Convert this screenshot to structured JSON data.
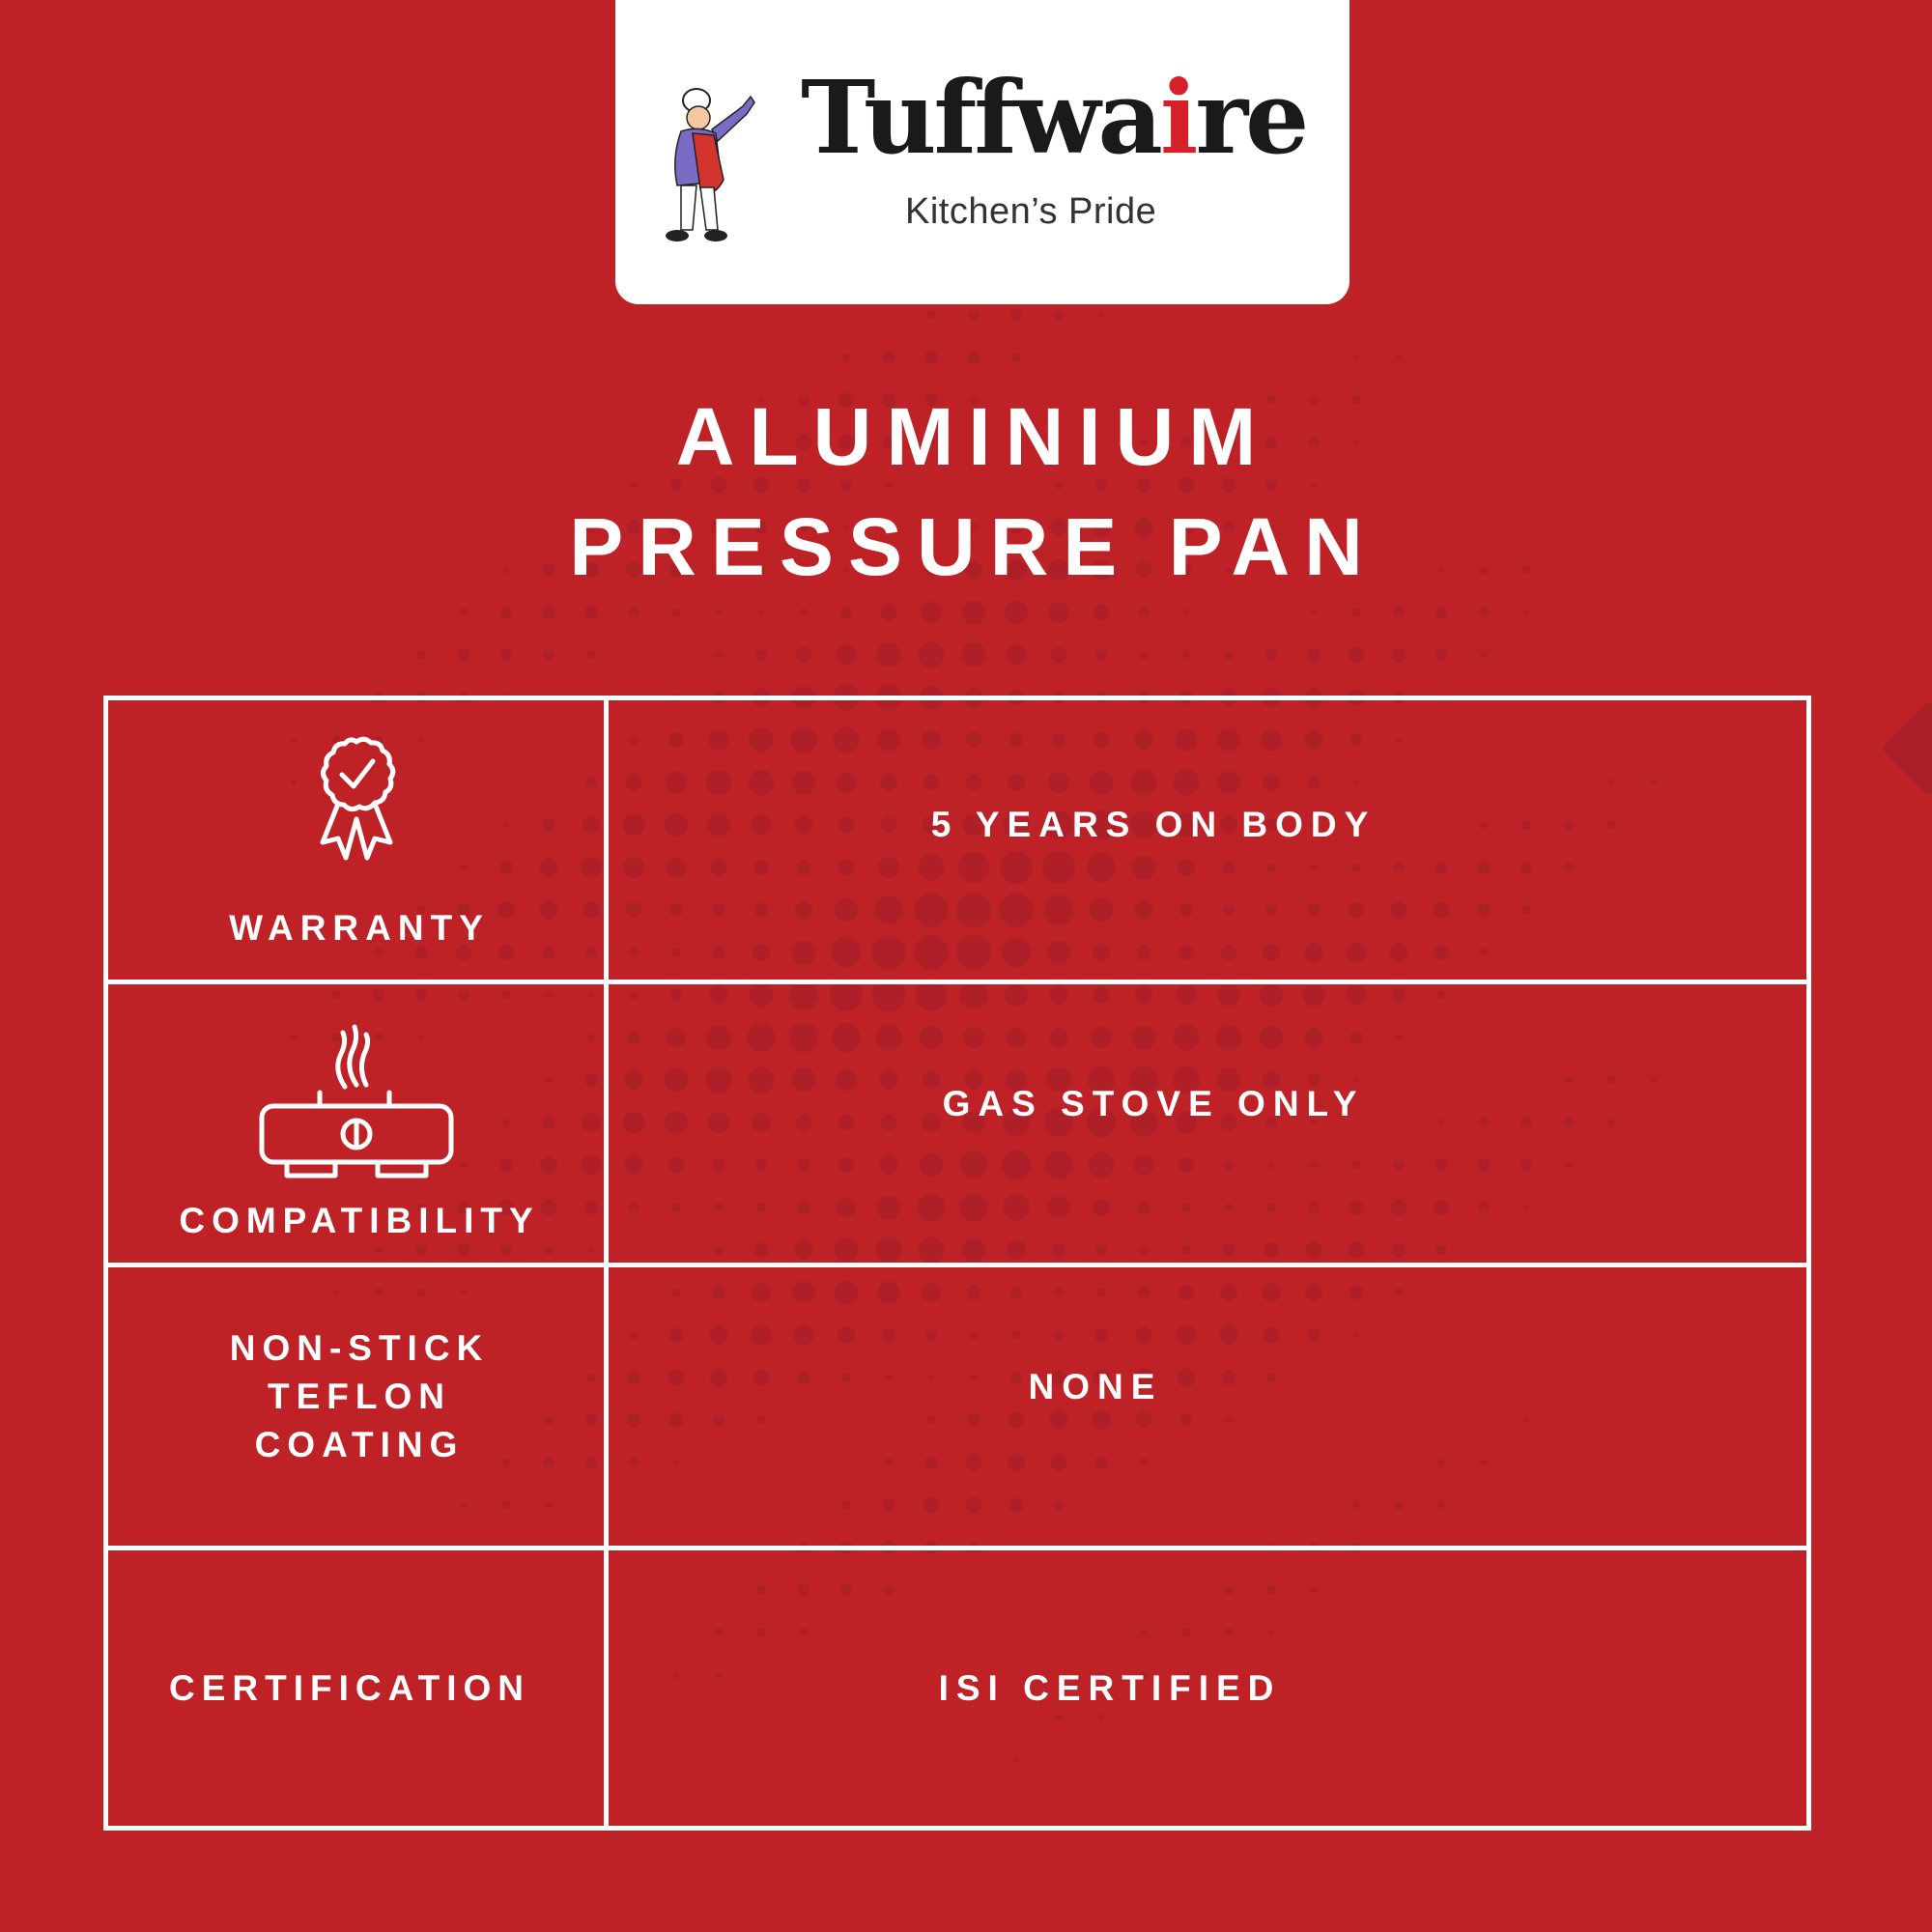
{
  "colors": {
    "background": "#BE2227",
    "dot_pattern": "#AA1F28",
    "text": "#FFFFFF",
    "logo_card": "#FFFFFF",
    "brand_text": "#1A1A1A",
    "brand_accent": "#D5202A"
  },
  "logo": {
    "brand_prefix": "Tuffwa",
    "brand_accent_letter": "i",
    "brand_suffix": "re",
    "tagline": "Kitchen’s Pride",
    "mascot": "chef-mascot-icon"
  },
  "title": {
    "line1": "ALUMINIUM",
    "line2": "PRESSURE PAN"
  },
  "specs": [
    {
      "icon": "award-ribbon-check-icon",
      "label": "WARRANTY",
      "value": "5 YEARS ON BODY"
    },
    {
      "icon": "gas-stove-icon",
      "label": "COMPATIBILITY",
      "value": "GAS STOVE ONLY"
    },
    {
      "icon": null,
      "label_lines": [
        "NON-STICK",
        "TEFLON",
        "COATING"
      ],
      "value": "NONE"
    },
    {
      "icon": null,
      "label": "CERTIFICATION",
      "value": "ISI CERTIFIED"
    }
  ]
}
